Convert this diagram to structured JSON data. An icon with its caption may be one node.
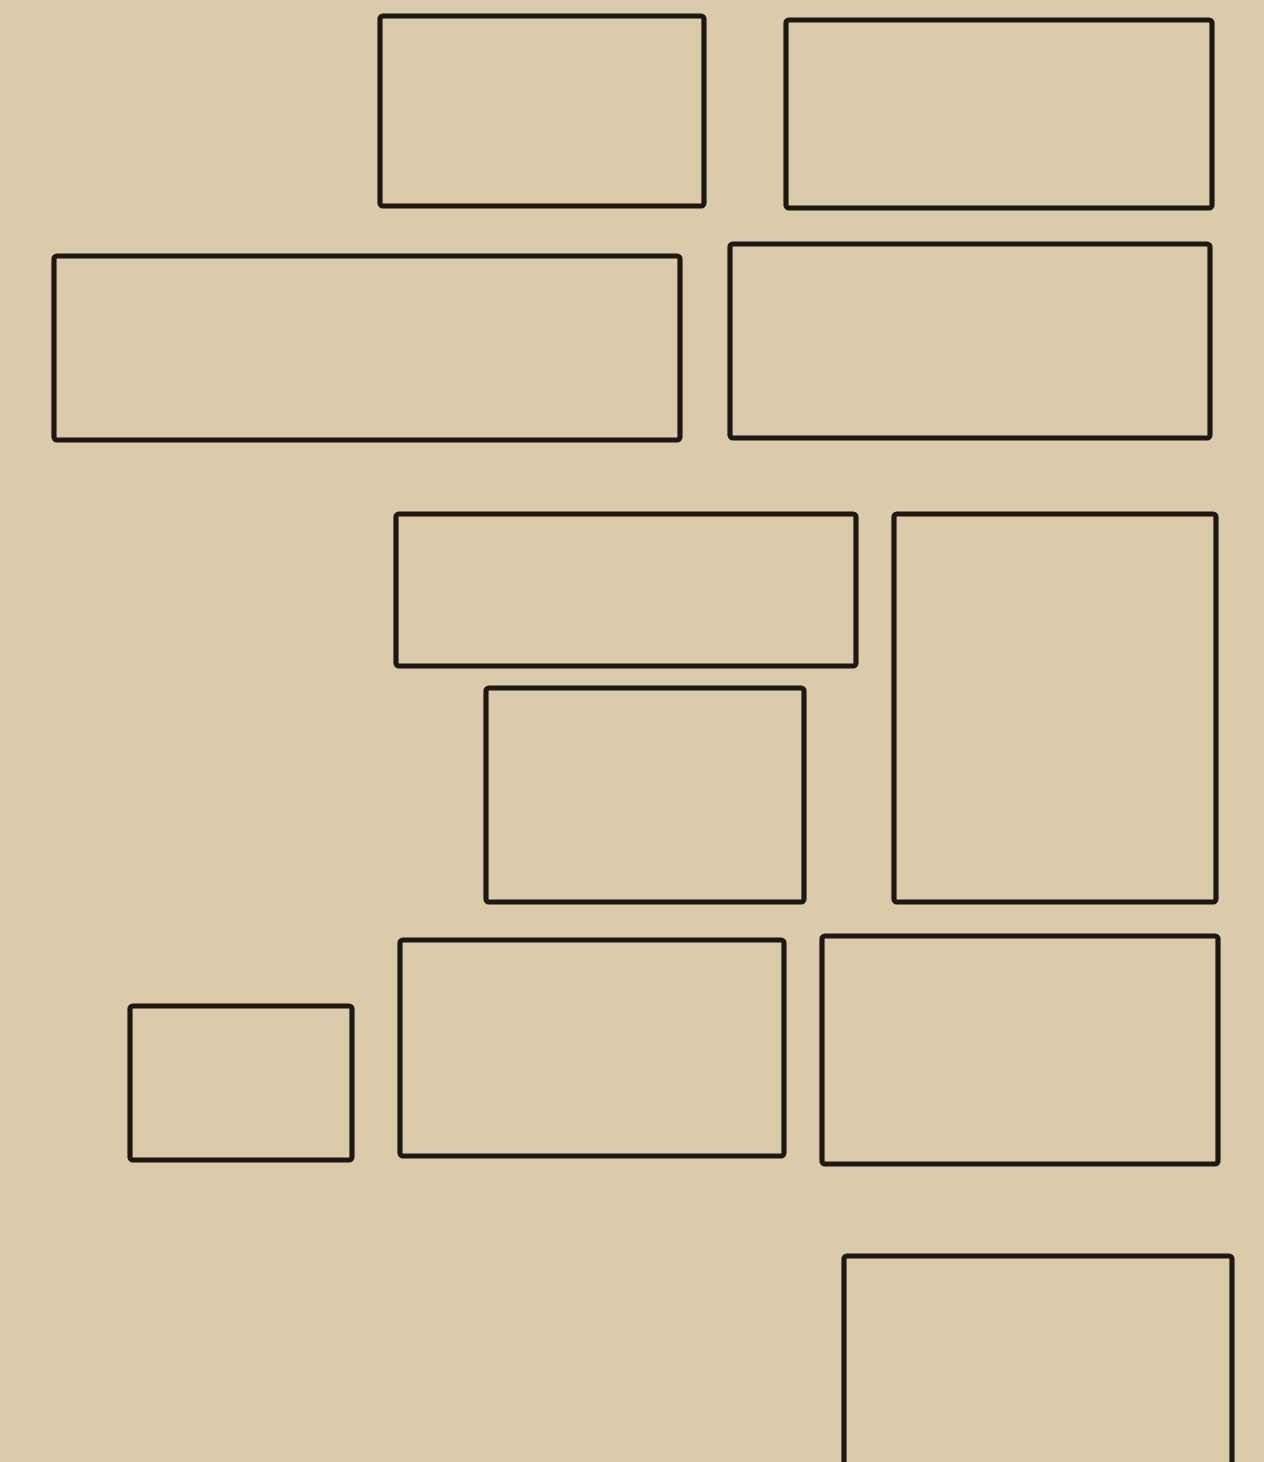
{
  "diagram": {
    "nodes": [
      {
        "text": [],
        "shape": "box"
      },
      {
        "text": [],
        "shape": "box"
      },
      {
        "text": [],
        "shape": "box"
      },
      {
        "text": [],
        "shape": "box"
      },
      {
        "text": [],
        "shape": "box"
      },
      {
        "text": [],
        "shape": "box"
      },
      {
        "text": [],
        "shape": "box"
      },
      {
        "text": [],
        "shape": "box"
      },
      {
        "text": [],
        "shape": "box"
      },
      {
        "text": [],
        "shape": "box"
      },
      {
        "text": [],
        "shape": "box"
      }
    ]
  }
}
